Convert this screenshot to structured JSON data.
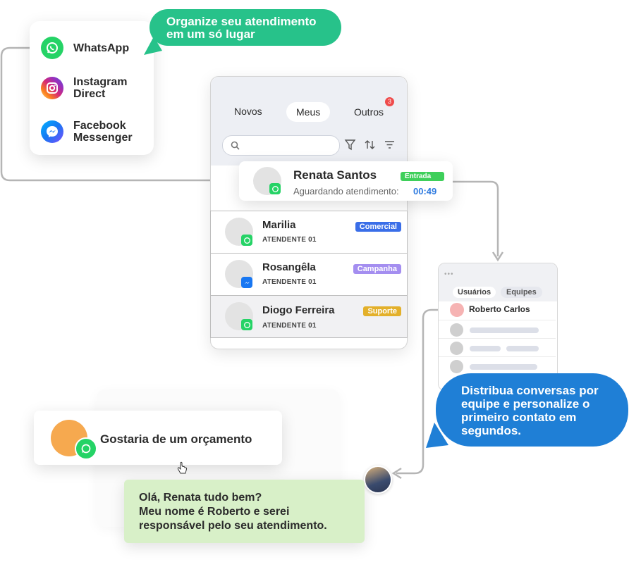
{
  "colors": {
    "whatsapp": "#25d366",
    "messenger": "#1877f2",
    "green_bubble": "#27c28a",
    "blue_bubble": "#1f7fd6",
    "tag_entrada": "#3ecf5a",
    "tag_comercial": "#3a6ee8",
    "tag_campanha": "#a48ef0",
    "tag_suporte": "#e3b02a",
    "timer": "#2f7be0",
    "reply_bg": "#d8f0c8",
    "avatar_orange": "#f6a94f"
  },
  "channels": {
    "items": [
      {
        "label": "WhatsApp",
        "icon": "whatsapp-icon"
      },
      {
        "label": "Instagram\nDirect",
        "icon": "instagram-icon"
      },
      {
        "label": "Facebook\nMessenger",
        "icon": "messenger-icon"
      }
    ]
  },
  "callout_top": {
    "text": "Organize seu atendimento\nem um só lugar"
  },
  "inbox": {
    "tabs": [
      {
        "label": "Novos"
      },
      {
        "label": "Meus",
        "active": true
      },
      {
        "label": "Outros",
        "badge": "3"
      }
    ],
    "search": {
      "placeholder": ""
    },
    "highlight": {
      "name": "Renata Santos",
      "status": "Aguardando atendimento:",
      "timer": "00:49",
      "tag": "Entrada",
      "channel": "whatsapp-icon"
    },
    "rows": [
      {
        "name": "Marilia",
        "agent": "ATENDENTE 01",
        "tag": "Comercial",
        "channel": "whatsapp-icon"
      },
      {
        "name": "Rosangêla",
        "agent": "ATENDENTE 01",
        "tag": "Campanha",
        "channel": "messenger-icon"
      },
      {
        "name": "Diogo Ferreira",
        "agent": "ATENDENTE 01",
        "tag": "Suporte",
        "channel": "whatsapp-icon"
      }
    ]
  },
  "assign_panel": {
    "tabs": [
      {
        "label": "Usuários",
        "active": true
      },
      {
        "label": "Equipes"
      }
    ],
    "selected_user": "Roberto Carlos"
  },
  "callout_right": {
    "text": "Distribua conversas por\nequipe e personalize o\nprimeiro contato em\nsegundos."
  },
  "chat": {
    "incoming": "Gostaria de um orçamento",
    "reply": "Olá, Renata tudo bem?\nMeu nome é Roberto e serei\nresponsável pelo seu atendimento."
  }
}
